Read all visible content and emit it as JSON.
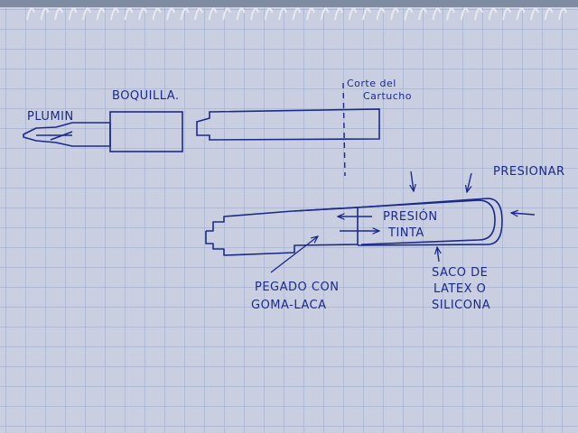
{
  "page": {
    "paper_color": "#c9cfe0",
    "grid_color": "#9aa7c8",
    "ink_color": "#1b2a8a",
    "spiral_color": "#e8e8ee"
  },
  "labels": {
    "plumin": "PLUMIN",
    "boquilla": "BOQUILLA.",
    "corte_line1": "Corte del",
    "corte_line2": "Cartucho",
    "presionar": "PRESIONAR",
    "presion": "PRESIÓN",
    "tinta": "TINTA",
    "pegado_line1": "PEGADO CON",
    "pegado_line2": "GOMA-LACA",
    "saco_line1": "SACO DE",
    "saco_line2": "LATEX O",
    "saco_line3": "SILICONA"
  }
}
